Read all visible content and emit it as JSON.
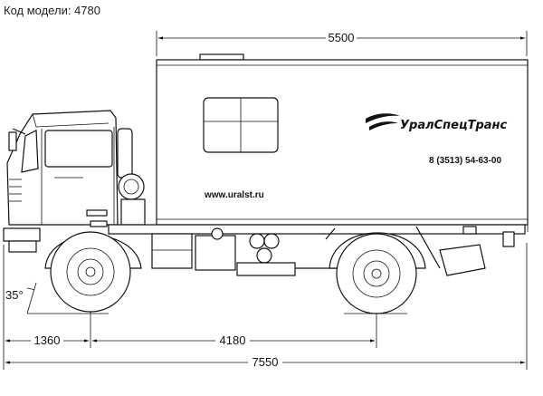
{
  "header": {
    "model_code_label": "Код модели: 4780"
  },
  "dimensions": {
    "body_length": "5500",
    "front_overhang": "1360",
    "wheelbase": "4180",
    "overall_length": "7550",
    "approach_angle": "35°"
  },
  "body_text": {
    "brand": "УралСпецТранс",
    "phone": "8 (3513) 54-63-00",
    "website": "www.uralst.ru"
  }
}
